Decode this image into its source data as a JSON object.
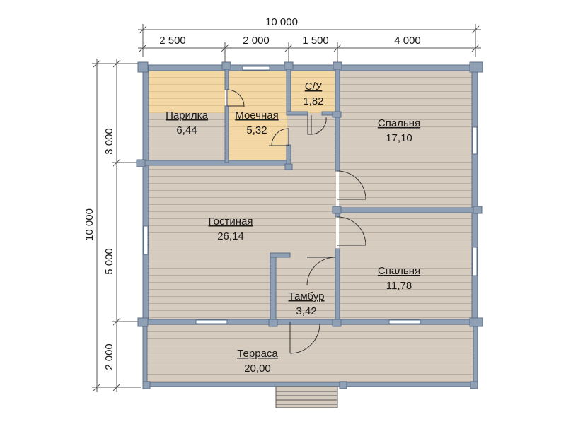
{
  "dimensions": {
    "total_width": "10 000",
    "total_height": "10 000",
    "top_segments": [
      "2 500",
      "2 000",
      "1 500",
      "4 000"
    ],
    "left_segments": [
      "3 000",
      "5 000",
      "2 000"
    ]
  },
  "rooms": [
    {
      "name": "Парилка",
      "area": "6,44"
    },
    {
      "name": "Моечная",
      "area": "5,32"
    },
    {
      "name": "С/У",
      "area": "1,82"
    },
    {
      "name": "Спальня",
      "area": "17,10"
    },
    {
      "name": "Гостиная",
      "area": "26,14"
    },
    {
      "name": "Спальня",
      "area": "11,78"
    },
    {
      "name": "Тамбур",
      "area": "3,42"
    },
    {
      "name": "Терраса",
      "area": "20,00"
    }
  ],
  "colors": {
    "wall": "#8f9fb4",
    "wall_stroke": "#5d6f88",
    "wet_floor": "#f3d8a6",
    "wet_plank": "#e0c48f",
    "dry_floor": "#d6cbbf",
    "plank_line": "#b9ada1",
    "door_arc": "#333333"
  }
}
